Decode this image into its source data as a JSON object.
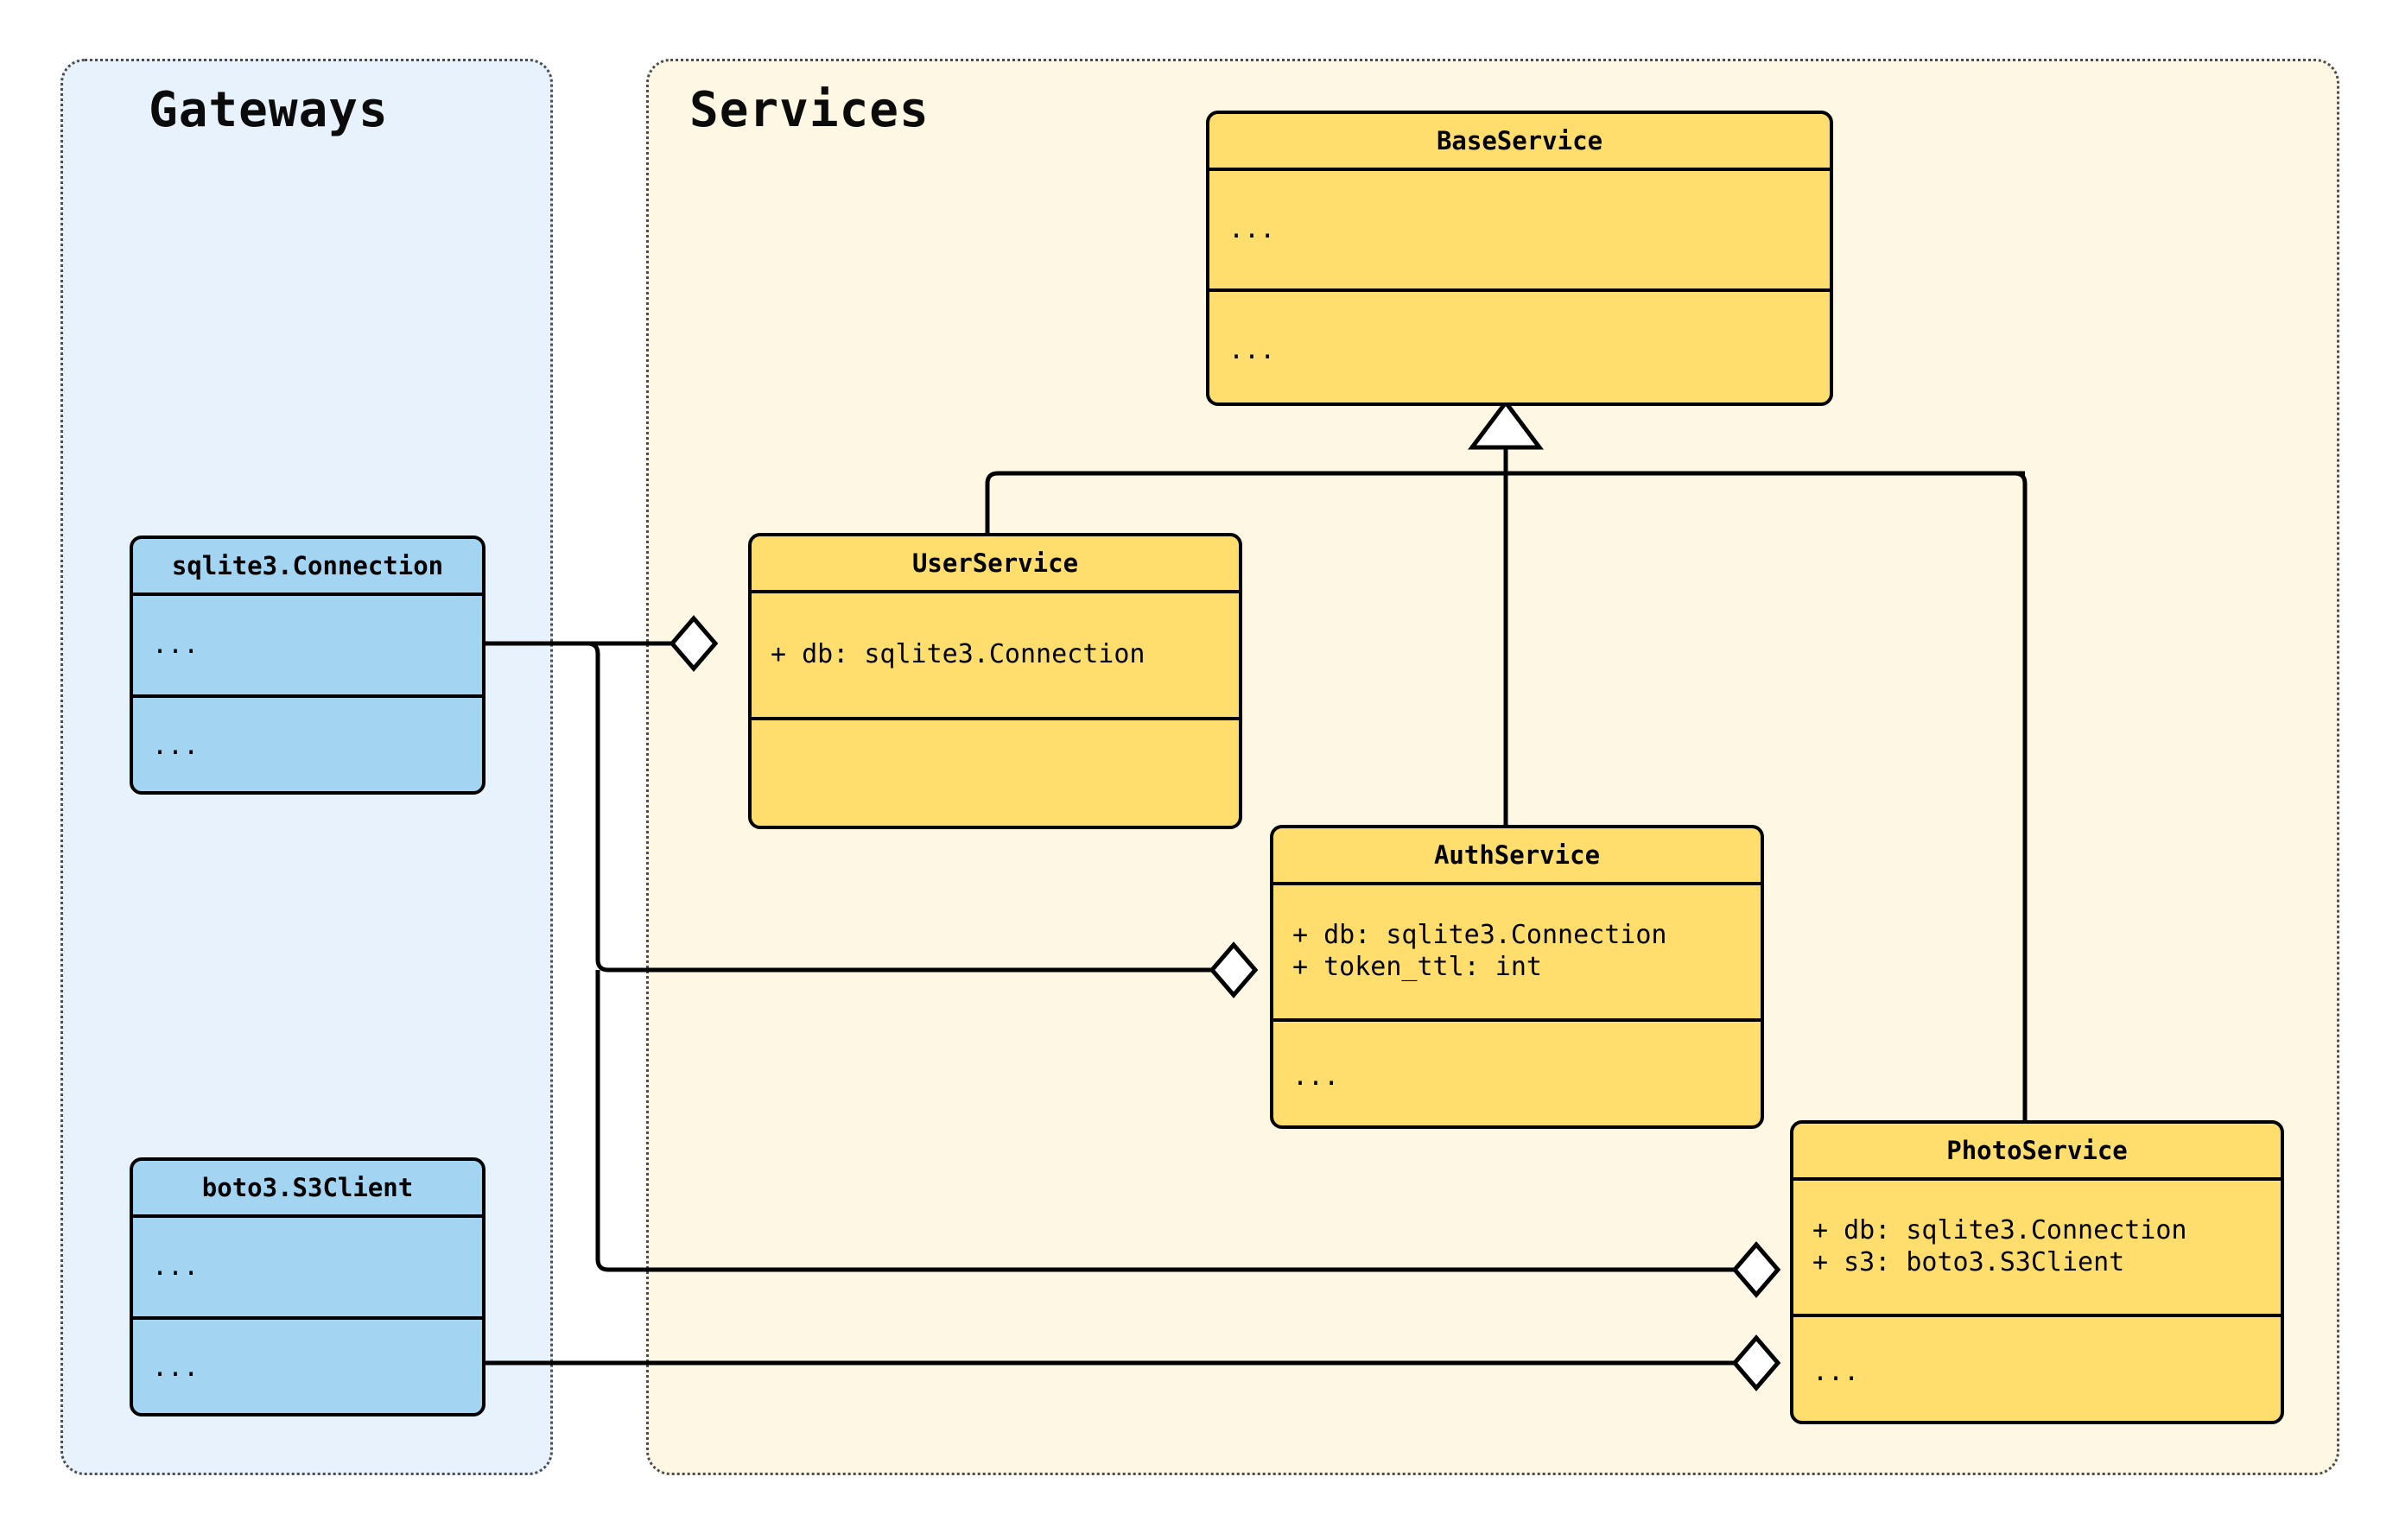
{
  "diagram": {
    "type": "uml-class-diagram",
    "background": "#ffffff",
    "packages": [
      {
        "id": "gateways",
        "title": "Gateways",
        "fill": "#E8F2FD",
        "border": "#4d4d4d"
      },
      {
        "id": "services",
        "title": "Services",
        "fill": "#FDF7E3",
        "border": "#4d4d4d"
      }
    ],
    "colors": {
      "gateway_fill": "#A3D4F2",
      "service_fill": "#FFDE6E",
      "stroke": "#000000",
      "gateway_panel": "#E8F2FD",
      "service_panel": "#FDF7E3"
    }
  },
  "classes": {
    "sqlite_connection": {
      "name": "sqlite3.Connection",
      "attributes": [
        "..."
      ],
      "methods": [
        "..."
      ],
      "package": "gateways"
    },
    "s3_client": {
      "name": "boto3.S3Client",
      "attributes": [
        "..."
      ],
      "methods": [
        "..."
      ],
      "package": "gateways"
    },
    "base_service": {
      "name": "BaseService",
      "attributes": [
        "..."
      ],
      "methods": [
        "..."
      ],
      "package": "services"
    },
    "user_service": {
      "name": "UserService",
      "attributes": [
        "+ db: sqlite3.Connection"
      ],
      "methods": [
        ""
      ],
      "package": "services"
    },
    "auth_service": {
      "name": "AuthService",
      "attributes": [
        "+ db: sqlite3.Connection",
        "+ token_ttl: int"
      ],
      "methods": [
        "..."
      ],
      "package": "services"
    },
    "photo_service": {
      "name": "PhotoService",
      "attributes": [
        "+ db: sqlite3.Connection",
        "+ s3: boto3.S3Client"
      ],
      "methods": [
        "..."
      ],
      "package": "services"
    }
  },
  "relationships": [
    {
      "kind": "inheritance",
      "from": "UserService",
      "to": "BaseService"
    },
    {
      "kind": "inheritance",
      "from": "AuthService",
      "to": "BaseService"
    },
    {
      "kind": "inheritance",
      "from": "PhotoService",
      "to": "BaseService"
    },
    {
      "kind": "aggregation",
      "from": "UserService",
      "to": "sqlite3.Connection"
    },
    {
      "kind": "aggregation",
      "from": "AuthService",
      "to": "sqlite3.Connection"
    },
    {
      "kind": "aggregation",
      "from": "PhotoService",
      "to": "sqlite3.Connection"
    },
    {
      "kind": "aggregation",
      "from": "PhotoService",
      "to": "boto3.S3Client"
    }
  ]
}
